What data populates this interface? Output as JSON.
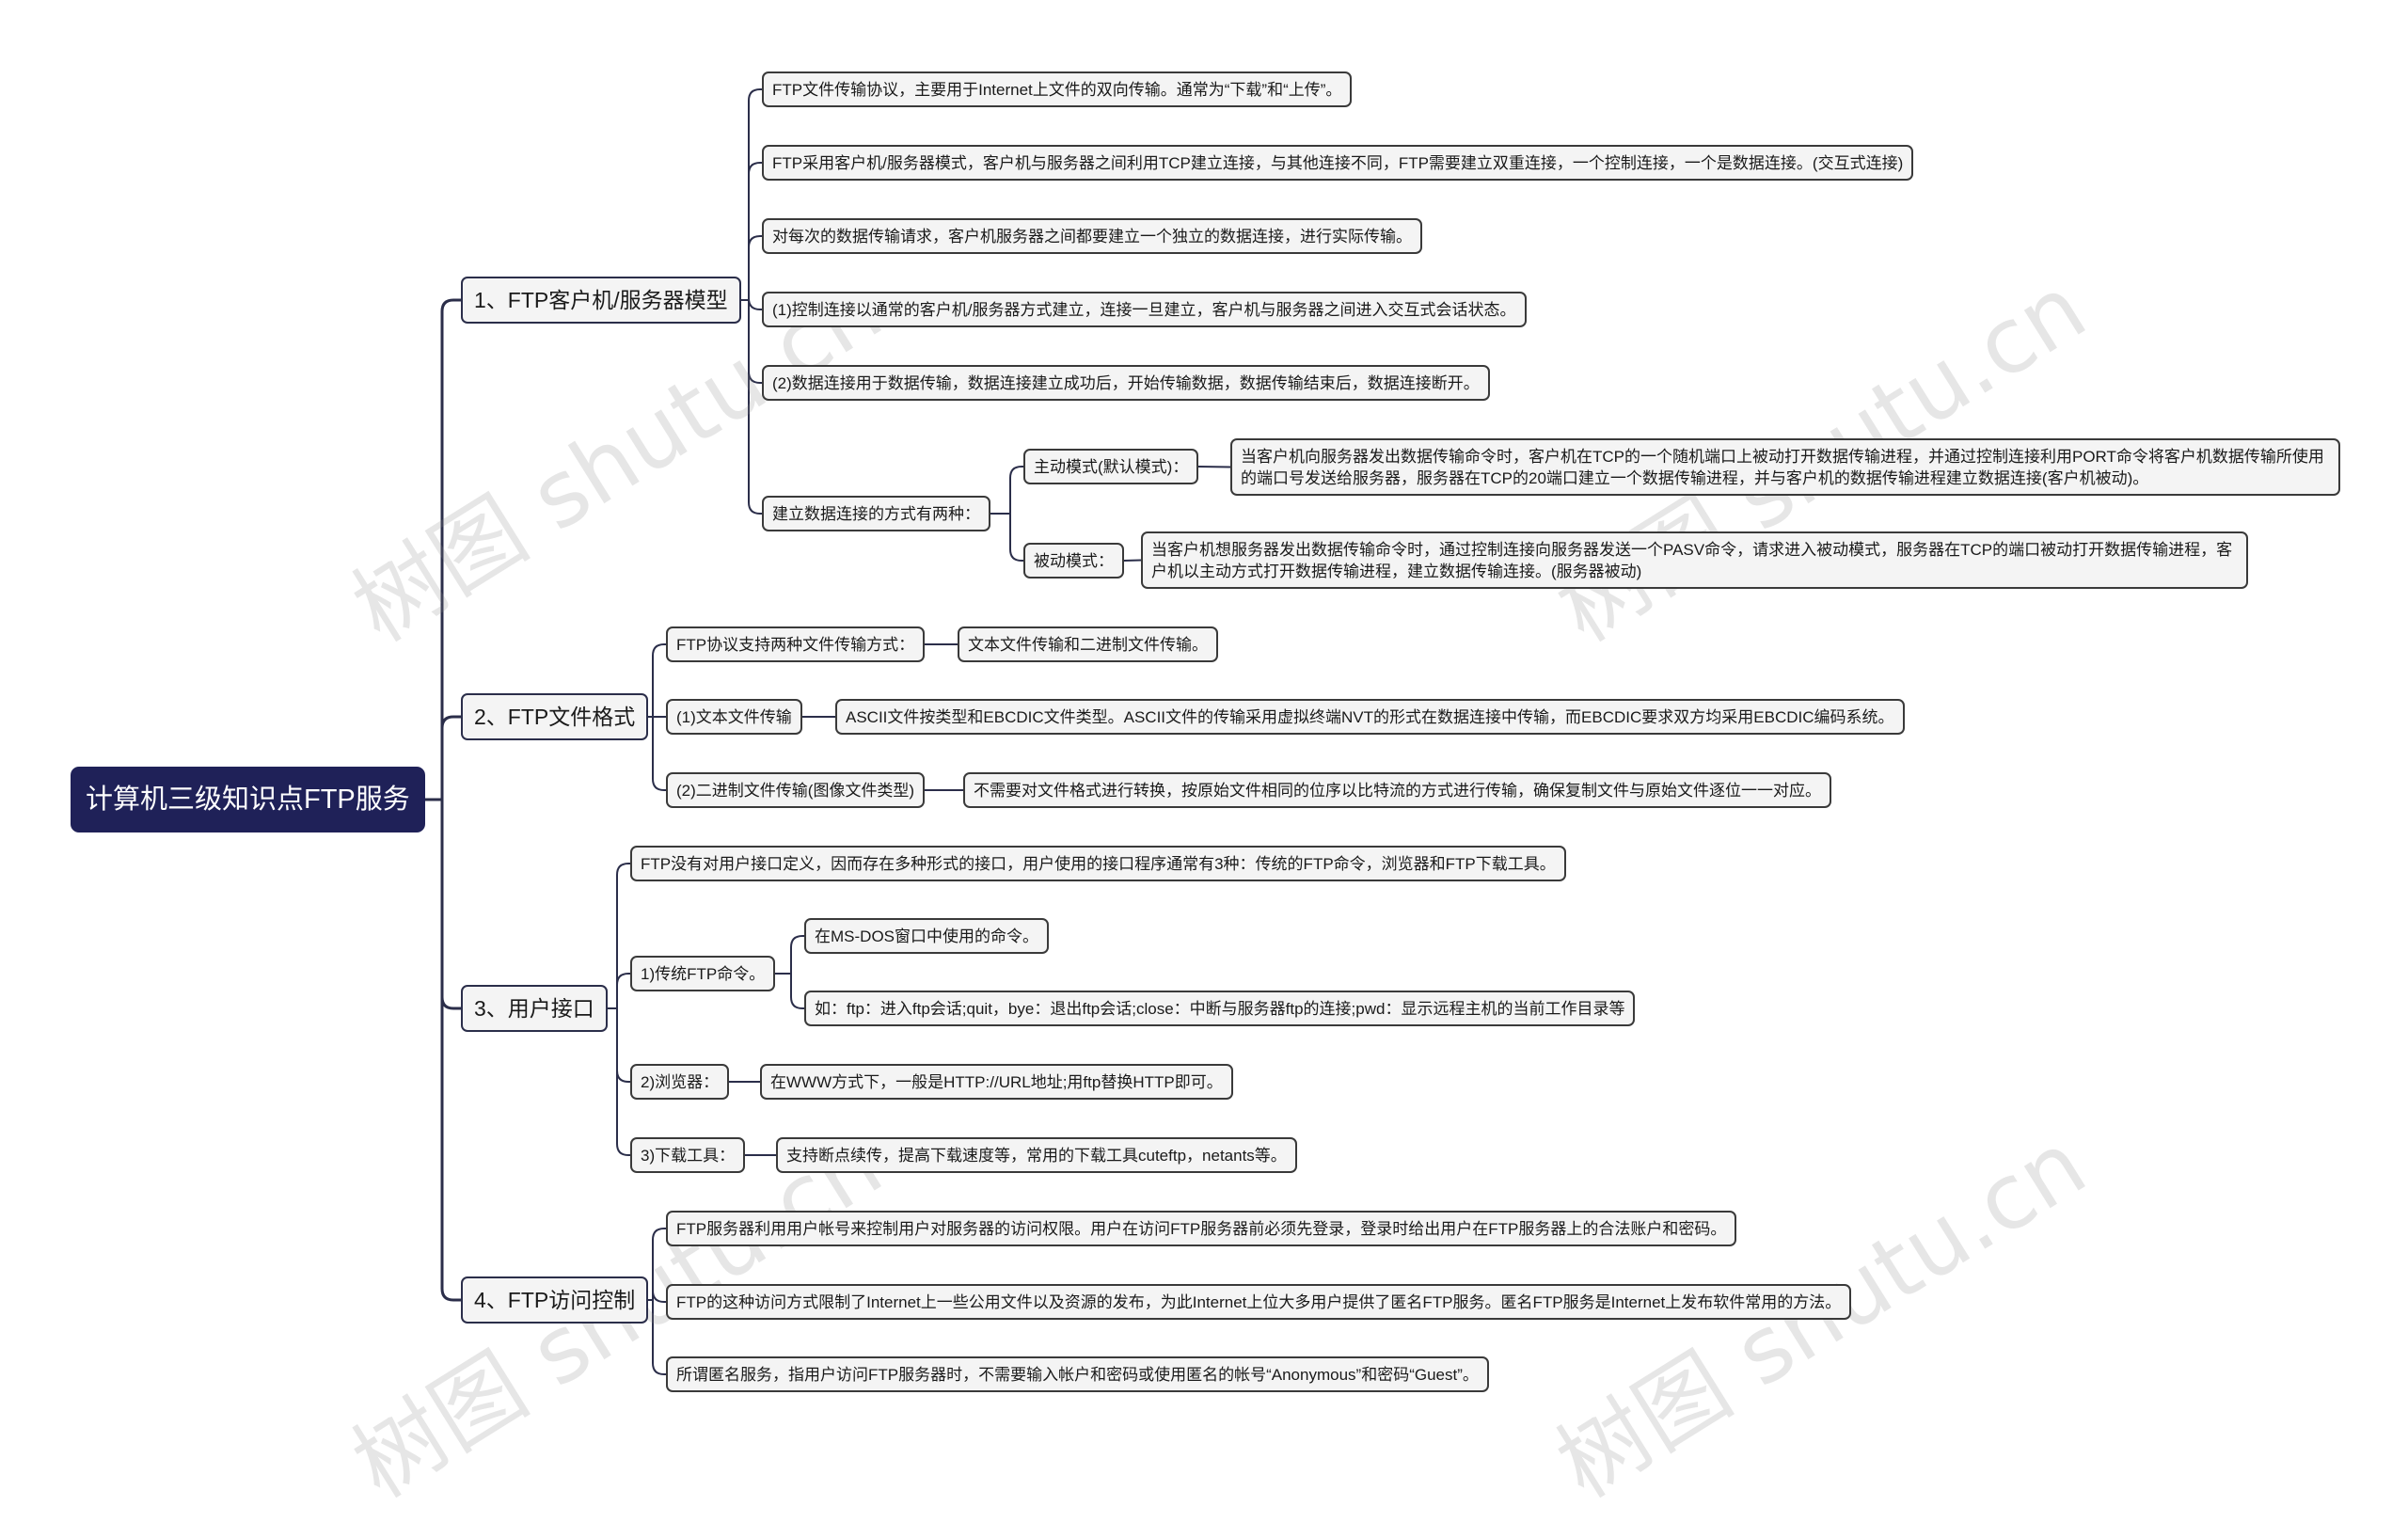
{
  "root": "计算机三级知识点FTP服务",
  "watermark": "树图 shutu.cn",
  "branch1": {
    "label": "1、FTP客户机/服务器模型",
    "items": [
      "FTP文件传输协议，主要用于Internet上文件的双向传输。通常为“下载”和“上传”。",
      "FTP采用客户机/服务器模式，客户机与服务器之间利用TCP建立连接，与其他连接不同，FTP需要建立双重连接，一个控制连接，一个是数据连接。(交互式连接)",
      "对每次的数据传输请求，客户机服务器之间都要建立一个独立的数据连接，进行实际传输。",
      "(1)控制连接以通常的客户机/服务器方式建立，连接一旦建立，客户机与服务器之间进入交互式会话状态。",
      "(2)数据连接用于数据传输，数据连接建立成功后，开始传输数据，数据传输结束后，数据连接断开。"
    ],
    "modes": {
      "label": "建立数据连接的方式有两种：",
      "active_label": "主动模式(默认模式)：",
      "active_text": "当客户机向服务器发出数据传输命令时，客户机在TCP的一个随机端口上被动打开数据传输进程，并通过控制连接利用PORT命令将客户机数据传输所使用的端口号发送给服务器，服务器在TCP的20端口建立一个数据传输进程，并与客户机的数据传输进程建立数据连接(客户机被动)。",
      "passive_label": "被动模式：",
      "passive_text": "当客户机想服务器发出数据传输命令时，通过控制连接向服务器发送一个PASV命令，请求进入被动模式，服务器在TCP的端口被动打开数据传输进程，客户机以主动方式打开数据传输进程，建立数据传输连接。(服务器被动)"
    }
  },
  "branch2": {
    "label": "2、FTP文件格式",
    "rows": [
      {
        "label": "FTP协议支持两种文件传输方式：",
        "detail": "文本文件传输和二进制文件传输。"
      },
      {
        "label": "(1)文本文件传输",
        "detail": "ASCII文件按类型和EBCDIC文件类型。ASCII文件的传输采用虚拟终端NVT的形式在数据连接中传输，而EBCDIC要求双方均采用EBCDIC编码系统。"
      },
      {
        "label": "(2)二进制文件传输(图像文件类型)",
        "detail": "不需要对文件格式进行转换，按原始文件相同的位序以比特流的方式进行传输，确保复制文件与原始文件逐位一一对应。"
      }
    ]
  },
  "branch3": {
    "label": "3、用户接口",
    "intro": "FTP没有对用户接口定义，因而存在多种形式的接口，用户使用的接口程序通常有3种：传统的FTP命令，浏览器和FTP下载工具。",
    "cmd": {
      "label": "1)传统FTP命令。",
      "items": [
        "在MS-DOS窗口中使用的命令。",
        "如：ftp：进入ftp会话;quit，bye：退出ftp会话;close：中断与服务器ftp的连接;pwd：显示远程主机的当前工作目录等"
      ]
    },
    "browser": {
      "label": "2)浏览器：",
      "detail": "在WWW方式下，一般是HTTP://URL地址;用ftp替换HTTP即可。"
    },
    "tools": {
      "label": "3)下载工具：",
      "detail": "支持断点续传，提高下载速度等，常用的下载工具cuteftp，netants等。"
    }
  },
  "branch4": {
    "label": "4、FTP访问控制",
    "items": [
      "FTP服务器利用用户帐号来控制用户对服务器的访问权限。用户在访问FTP服务器前必须先登录，登录时给出用户在FTP服务器上的合法账户和密码。",
      "FTP的这种访问方式限制了Internet上一些公用文件以及资源的发布，为此Internet上位大多用户提供了匿名FTP服务。匿名FTP服务是Internet上发布软件常用的方法。",
      "所谓匿名服务，指用户访问FTP服务器时，不需要输入帐户和密码或使用匿名的帐号“Anonymous”和密码“Guest”。"
    ]
  },
  "colors": {
    "root_bg": "#1f2158",
    "line": "#2b2e4a",
    "node_bg": "#f4f4f4",
    "node_border": "#3a3a3a"
  }
}
